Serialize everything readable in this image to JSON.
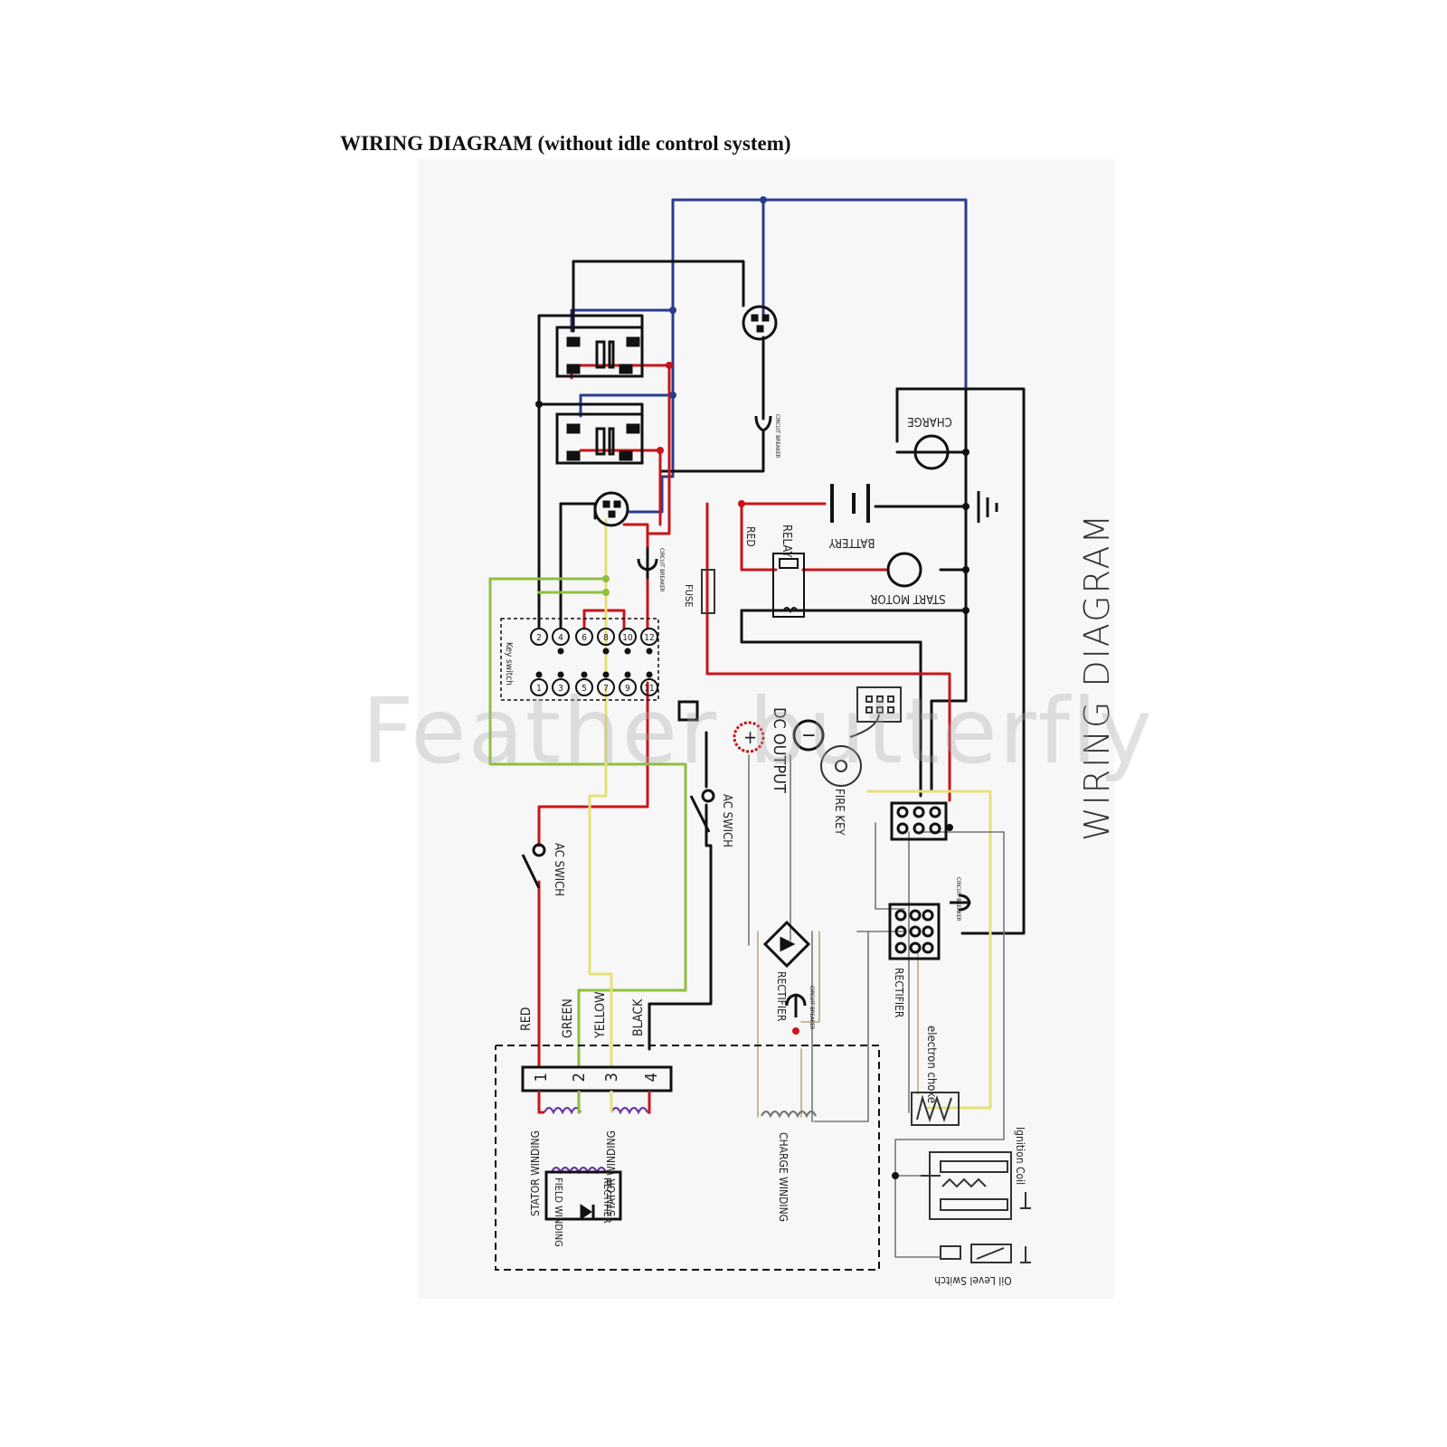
{
  "title": "WIRING DIAGRAM (without idle control system)",
  "side_title": "WIRING DIAGRAM",
  "watermark": "Feather butterfly",
  "labels": {
    "charge": "CHARGE",
    "battery": "BATTERY",
    "relay": "RELAY",
    "red_relay": "RED",
    "start_motor": "START MOTOR",
    "fuse": "FUSE",
    "dc_output": "DC OUTPUT",
    "fire_key": "FIRE KEY",
    "ac_switch_left": "AC SWICH",
    "ac_switch_right": "AC SWICH",
    "key_switch": "Key switch",
    "rectifier_bridge": "RECTIFIER",
    "rectifier_right": "RECTIFIER",
    "electron_choke": "electron choke",
    "ignition_coil": "Ignition Coil",
    "oil_level_switch": "Oil Level Switch",
    "stator_winding_1": "STATOR WINDING",
    "stator_winding_2": "STATOR WINDING",
    "field_winding": "FIELD WINDING",
    "rectifier_field": "RECTIFIER",
    "charge_winding": "CHARGE WINDING",
    "circuit_breaker": "CIRCUIT BREAKER"
  },
  "wire_labels": [
    "RED",
    "GREEN",
    "YELLOW",
    "BLACK"
  ],
  "terminal_numbers": [
    "1",
    "2",
    "3",
    "4"
  ],
  "key_switch_top": [
    "2",
    "4",
    "6",
    "8",
    "10",
    "12"
  ],
  "key_switch_bottom": [
    "1",
    "3",
    "5",
    "7",
    "9",
    "11"
  ],
  "dc_symbols": {
    "plus": "+",
    "minus": "−"
  },
  "colors": {
    "red": "#c8141a",
    "blue": "#2a3b8f",
    "green": "#8fbf3f",
    "yellow": "#e6e07a",
    "black": "#111111",
    "gray": "#555555",
    "tan": "#bda77a"
  }
}
